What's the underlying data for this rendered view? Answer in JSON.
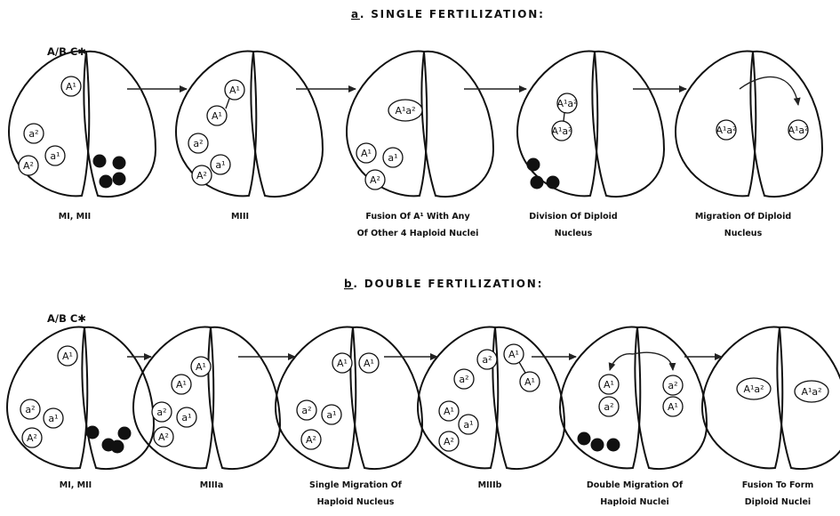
{
  "panel_a": {
    "heading_letter": "a",
    "heading_text": ". SINGLE FERTILIZATION:",
    "genotype": "A/B C✱",
    "captions": [
      [
        "MI, MII"
      ],
      [
        "MIII"
      ],
      [
        "Fusion Of A¹ With Any",
        "Of Other 4 Haploid Nuclei"
      ],
      [
        "Division Of Diploid",
        "Nucleus"
      ],
      [
        "Migration Of Diploid",
        "Nucleus"
      ]
    ],
    "stages": [
      {
        "nuclei": [
          "A¹",
          "a²",
          "a¹",
          "A²"
        ],
        "dots": 4
      },
      {
        "nuclei": [
          "A¹",
          "A¹",
          "a²",
          "a¹",
          "A²"
        ],
        "dots": 0
      },
      {
        "nuclei": [
          "A¹a²",
          "A¹",
          "a¹",
          "A²"
        ],
        "dots": 0
      },
      {
        "nuclei": [
          "A¹a²",
          "A¹a²"
        ],
        "dots": 3
      },
      {
        "nuclei": [
          "A¹a²",
          "A¹a²"
        ],
        "dots": 0
      }
    ]
  },
  "panel_b": {
    "heading_letter": "b",
    "heading_text": ". DOUBLE FERTILIZATION:",
    "genotype": "A/B C✱",
    "captions": [
      [
        "MI, MII"
      ],
      [
        "MIIIa"
      ],
      [
        "Single Migration Of",
        "Haploid Nucleus"
      ],
      [
        "MIIIb"
      ],
      [
        "Double Migration Of",
        "Haploid Nuclei"
      ],
      [
        "Fusion To Form",
        "Diploid Nuclei"
      ]
    ],
    "stages": [
      {
        "nuclei": [
          "A¹",
          "a²",
          "a¹",
          "A²"
        ],
        "dots": 4
      },
      {
        "nuclei": [
          "A¹",
          "A¹",
          "a²",
          "a¹",
          "A²"
        ],
        "dots": 0
      },
      {
        "nuclei": [
          "A¹",
          "A¹",
          "a²",
          "a¹",
          "A²"
        ],
        "dots": 0
      },
      {
        "nuclei": [
          "a²",
          "a²",
          "A¹",
          "A¹",
          "a¹",
          "A²",
          "A¹"
        ],
        "dots": 0
      },
      {
        "nuclei": [
          "A¹",
          "a²",
          "a²",
          "A¹"
        ],
        "dots": 3
      },
      {
        "nuclei": [
          "A¹a²",
          "A¹a²"
        ],
        "dots": 0
      }
    ]
  }
}
